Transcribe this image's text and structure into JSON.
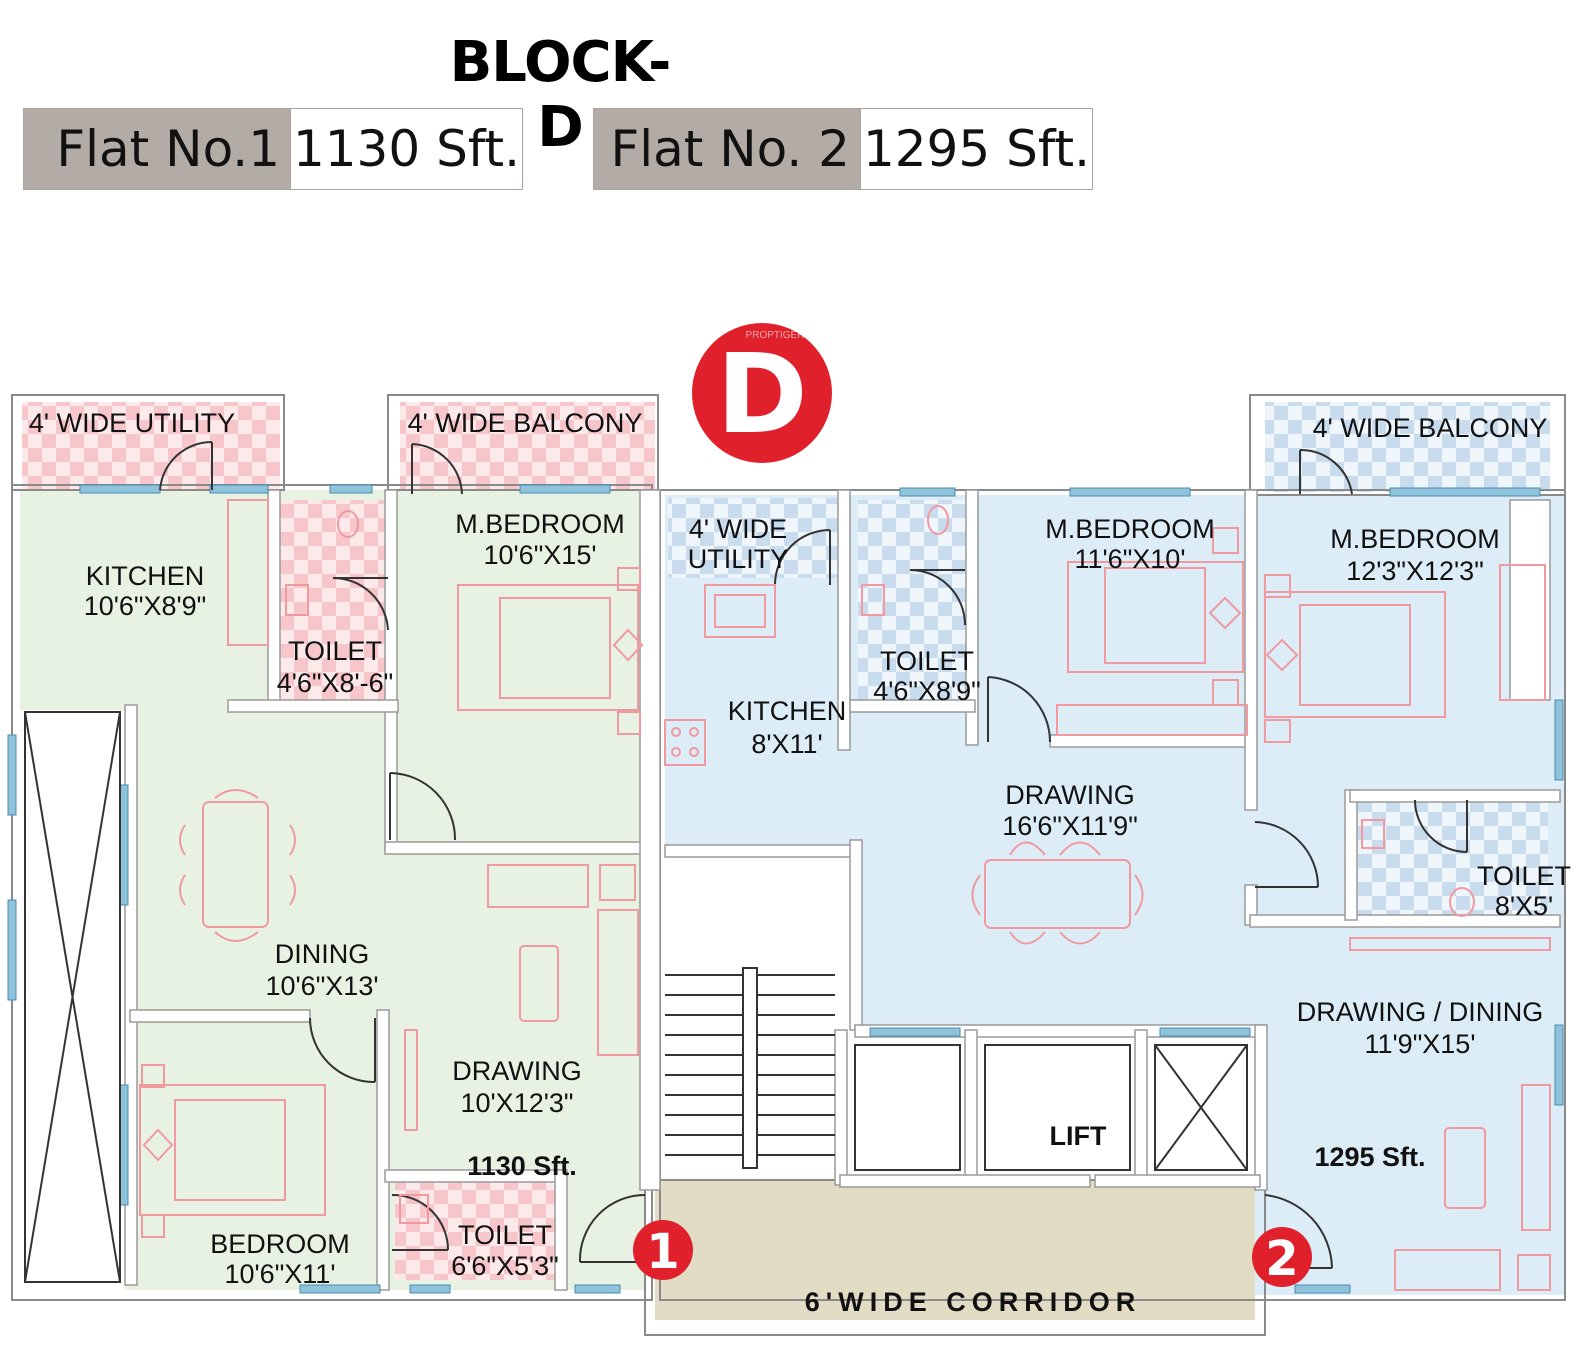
{
  "block_title": "BLOCK-D",
  "flats": [
    {
      "label": "Flat No.1",
      "area": "1130 Sft."
    },
    {
      "label": "Flat No. 2",
      "area": "1295 Sft."
    }
  ],
  "block_marker": "D",
  "entry_markers": [
    "1",
    "2"
  ],
  "flat1_rooms": {
    "utility": "4' WIDE UTILITY",
    "balcony": "4' WIDE BALCONY",
    "kitchen_name": "KITCHEN",
    "kitchen_size": "10'6\"X8'9\"",
    "toilet1_name": "TOILET",
    "toilet1_size": "4'6\"X8'-6\"",
    "mbed_name": "M.BEDROOM",
    "mbed_size": "10'6\"X15'",
    "dining_name": "DINING",
    "dining_size": "10'6\"X13'",
    "drawing_name": "DRAWING",
    "drawing_size": "10'X12'3\"",
    "area": "1130 Sft.",
    "bed_name": "BEDROOM",
    "bed_size": "10'6\"X11'",
    "toilet2_name": "TOILET",
    "toilet2_size": "6'6\"X5'3\""
  },
  "flat2_rooms": {
    "utility_line1": "4' WIDE",
    "utility_line2": "UTILITY",
    "kitchen_name": "KITCHEN",
    "kitchen_size": "8'X11'",
    "toilet1_name": "TOILET",
    "toilet1_size": "4'6\"X8'9\"",
    "mbed1_name": "M.BEDROOM",
    "mbed1_size": "11'6\"X10'",
    "balcony": "4' WIDE BALCONY",
    "mbed2_name": "M.BEDROOM",
    "mbed2_size": "12'3\"X12'3\"",
    "drawing_name": "DRAWING",
    "drawing_size": "16'6\"X11'9\"",
    "toilet2_name": "TOILET",
    "toilet2_size": "8'X5'",
    "dd_name": "DRAWING / DINING",
    "dd_size": "11'9\"X15'",
    "area": "1295 Sft."
  },
  "common": {
    "lift": "LIFT",
    "corridor": "6'WIDE CORRIDOR"
  },
  "watermark": "PROPTIGER",
  "colors": {
    "flat1_fill": "#e8f2e2",
    "flat2_fill": "#dcedf8",
    "wet_tile_pink": "#f6c6ca",
    "wet_tile_blue": "#c9dcee",
    "corridor_fill": "#e2dcc4",
    "marker_red": "#e0202a",
    "header_grey": "#b3aca6",
    "furniture_line": "#f09aa0",
    "window_blue": "#8fc3dc"
  }
}
